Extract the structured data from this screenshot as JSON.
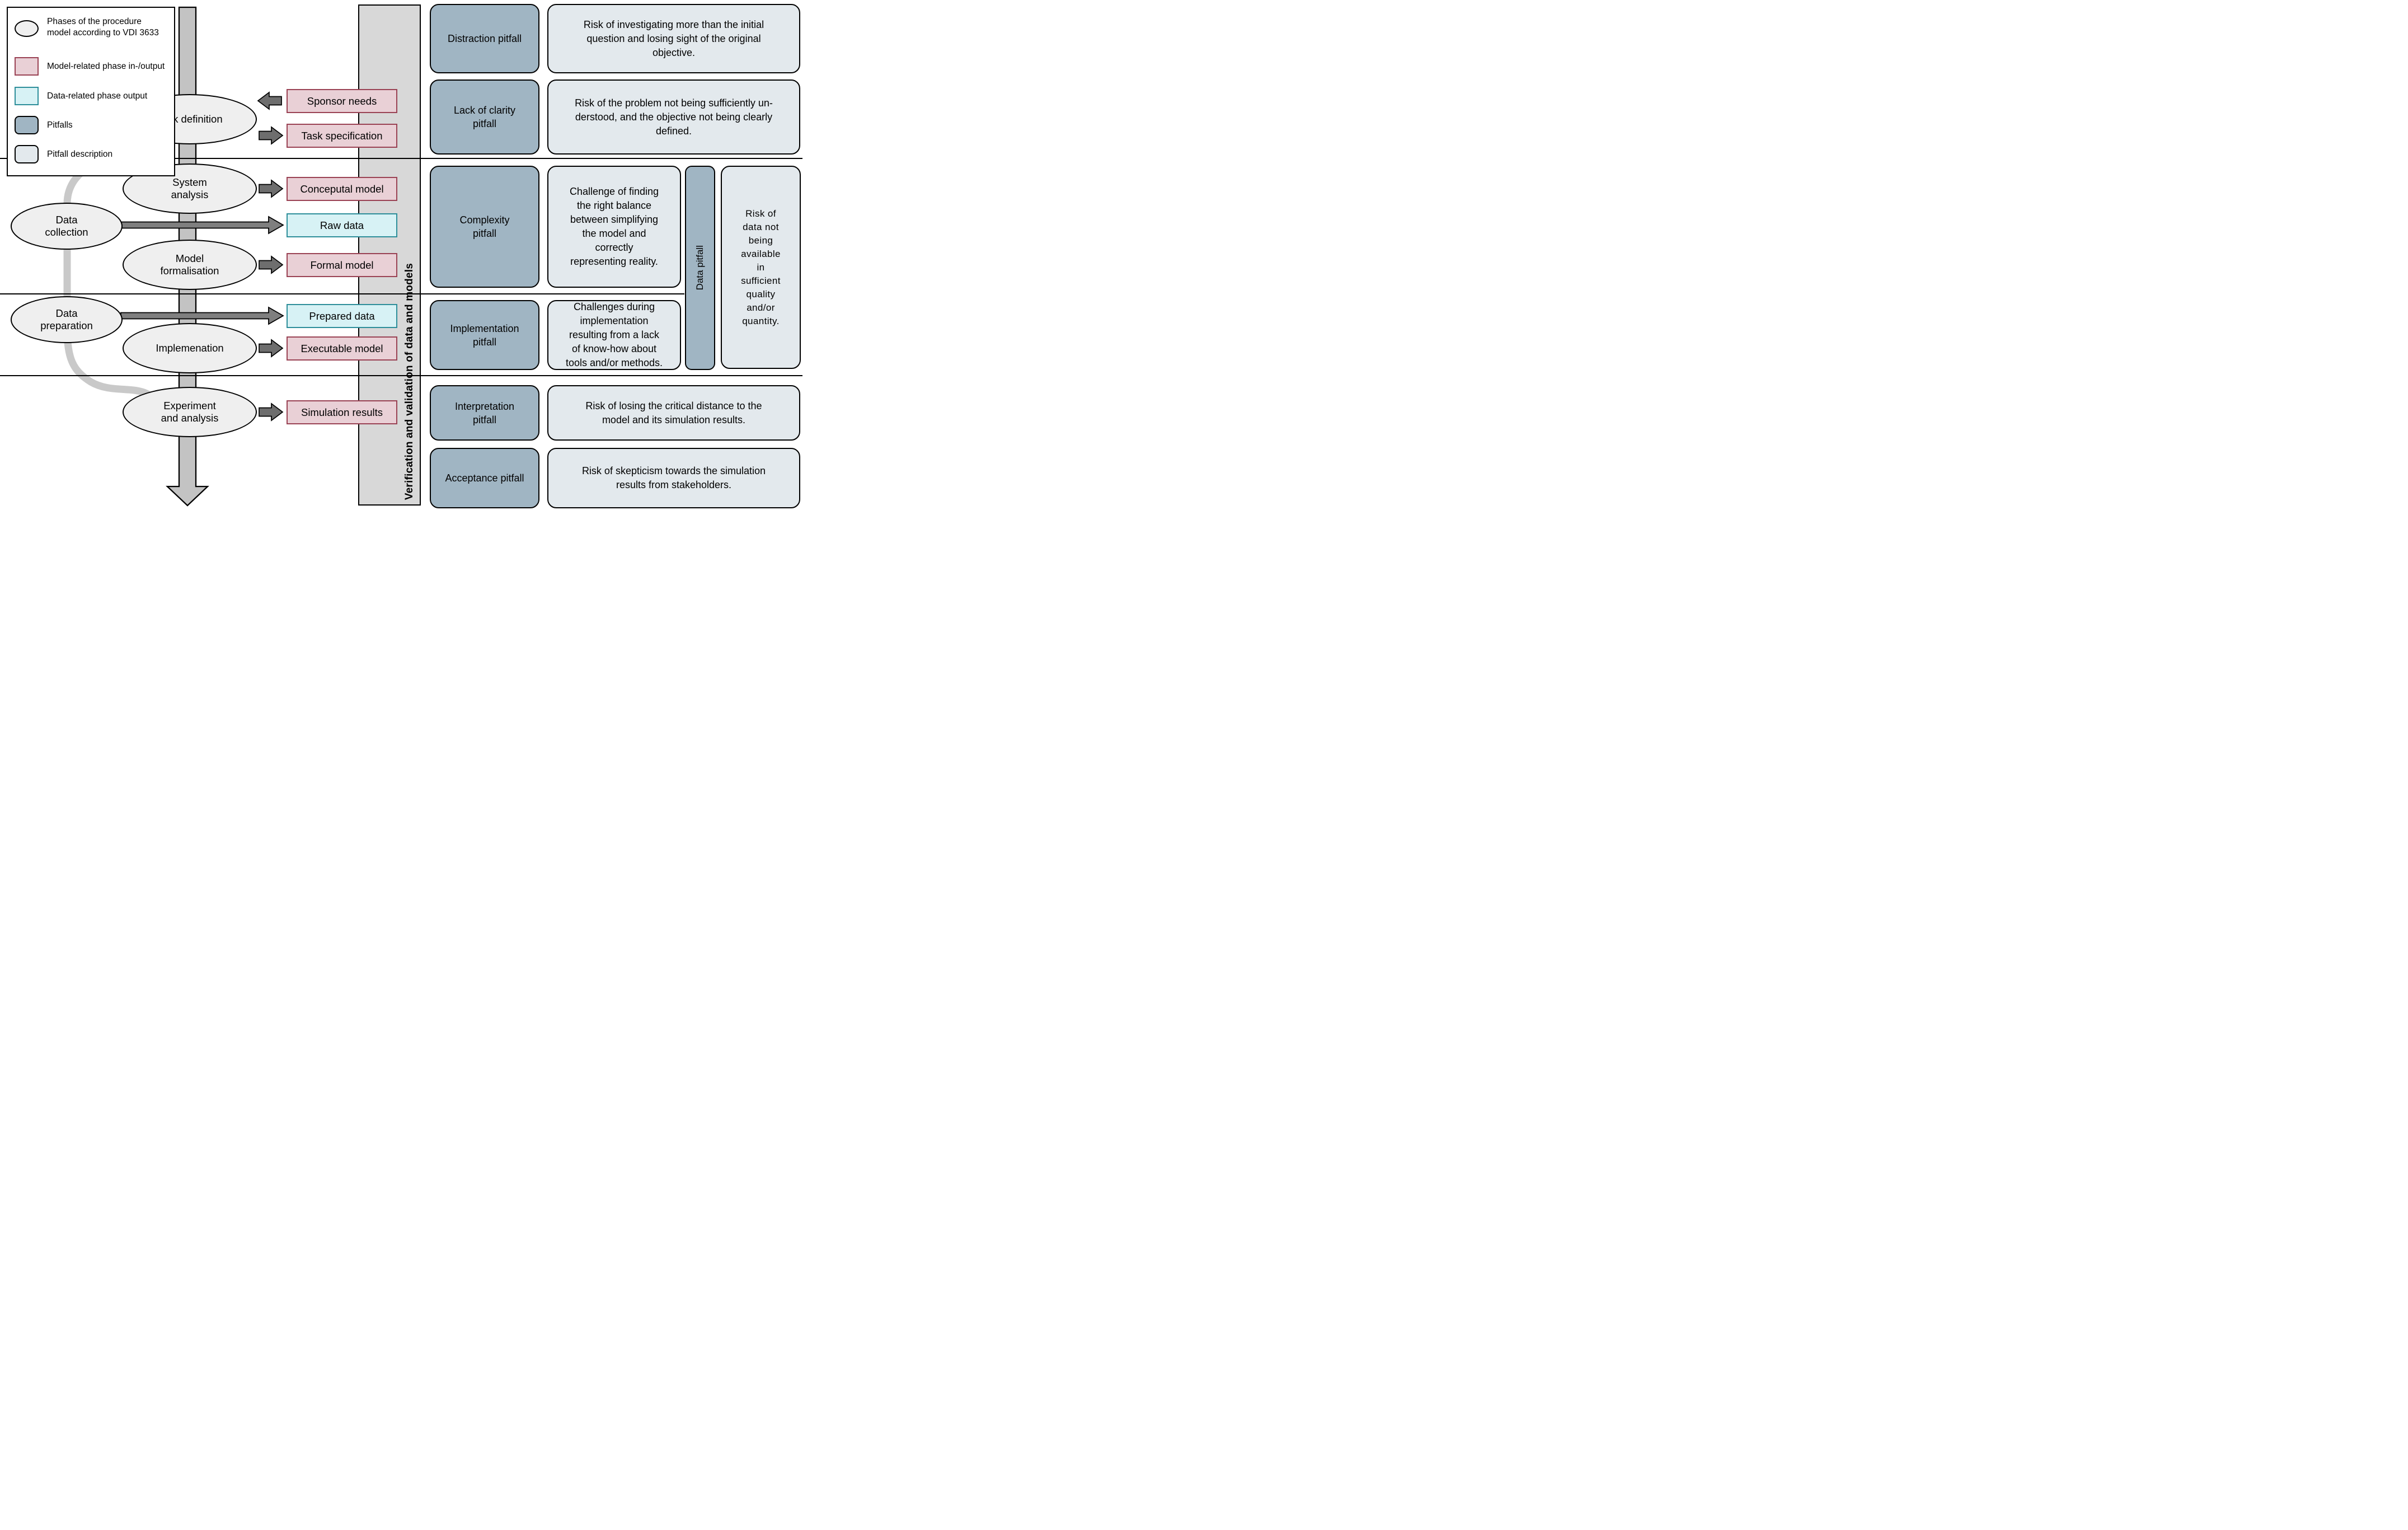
{
  "legend": {
    "items": [
      {
        "icon": "phase-ellipse-icon",
        "label": "Phases of the procedure\nmodel according to VDI 3633"
      },
      {
        "icon": "model-output-swatch-icon",
        "label": "Model-related phase in-/output"
      },
      {
        "icon": "data-output-swatch-icon",
        "label": "Data-related phase output"
      },
      {
        "icon": "pitfall-swatch-icon",
        "label": "Pitfalls"
      },
      {
        "icon": "pitfall-description-swatch-icon",
        "label": "Pitfall description"
      }
    ]
  },
  "phases": [
    {
      "label": "Task definition"
    },
    {
      "label": "System\nanalysis"
    },
    {
      "label": "Data\ncollection"
    },
    {
      "label": "Model\nformalisation"
    },
    {
      "label": "Data\npreparation"
    },
    {
      "label": "Implemenation"
    },
    {
      "label": "Experiment\nand analysis"
    }
  ],
  "outputs": [
    {
      "label": "Sponsor needs",
      "kind": "model",
      "arrow": "left"
    },
    {
      "label": "Task specification",
      "kind": "model",
      "arrow": "right"
    },
    {
      "label": "Conceputal model",
      "kind": "model",
      "arrow": "right"
    },
    {
      "label": "Raw data",
      "kind": "data",
      "arrow": "long-right"
    },
    {
      "label": "Formal model",
      "kind": "model",
      "arrow": "right"
    },
    {
      "label": "Prepared data",
      "kind": "data",
      "arrow": "long-right"
    },
    {
      "label": "Executable model",
      "kind": "model",
      "arrow": "right"
    },
    {
      "label": "Simulation results",
      "kind": "model",
      "arrow": "right"
    }
  ],
  "band": {
    "label": "Verification and validation of data and models"
  },
  "pitfalls": [
    {
      "name": "Distraction pitfall",
      "description": "Risk of investigating more than the initial\nquestion and losing sight of the original\nobjective."
    },
    {
      "name": "Lack of clarity\npitfall",
      "description": "Risk of the problem not being sufficiently un-\nderstood, and the objective not being clearly\ndefined."
    },
    {
      "name": "Complexity\npitfall",
      "description": "Challenge of finding\nthe right balance\nbetween simplifying\nthe model and\ncorrectly\nrepresenting reality."
    },
    {
      "name": "Implementation\npitfall",
      "description": "Challenges during\nimplementation\nresulting from a lack\nof know-how about\ntools and/or methods."
    },
    {
      "name": "Data pitfall",
      "description": "Risk of\ndata not\nbeing\navailable\nin\nsufficient\nquality\nand/or\nquantity."
    },
    {
      "name": "Interpretation\npitfall",
      "description": "Risk of losing the critical distance to the\nmodel and its simulation results."
    },
    {
      "name": "Acceptance pitfall",
      "description": "Risk of skepticism towards the simulation\nresults from stakeholders."
    }
  ],
  "colors": {
    "phase_fill": "#efefef",
    "model_output_fill": "#e9d0d6",
    "model_output_border": "#9a4254",
    "data_output_fill": "#d7f2f5",
    "data_output_border": "#2d8e9a",
    "pitfall_fill": "#a0b5c3",
    "pitfall_description_fill": "#e3e9ed",
    "band_fill": "#d8d8d8",
    "main_flow_arrow_fill": "#c3c3c3",
    "io_arrow_fill": "#6e6e6e",
    "long_arrow_fill": "#7f7f7f",
    "connector_color": "#c9c9c9"
  }
}
